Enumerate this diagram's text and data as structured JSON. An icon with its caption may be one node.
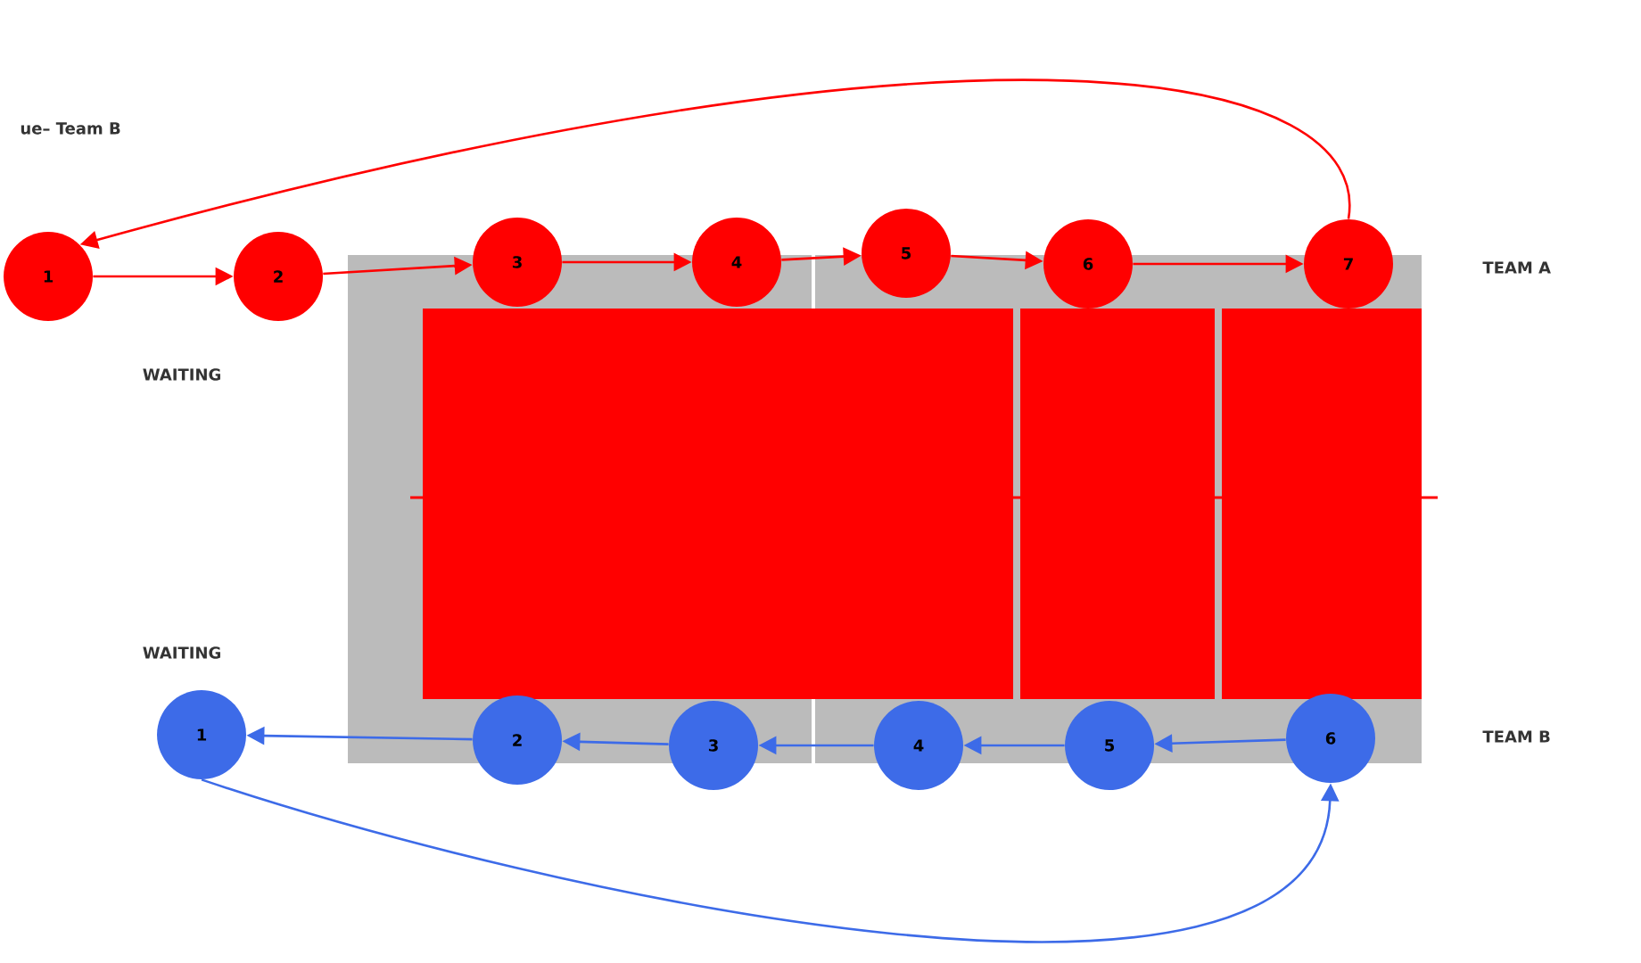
{
  "diagram": {
    "nodes": [
      {
        "text": [
          "1"
        ]
      },
      {
        "text": [
          "2"
        ]
      },
      {
        "text": [
          "3"
        ]
      },
      {
        "text": [
          "4"
        ]
      },
      {
        "text": [
          "5"
        ]
      },
      {
        "text": [
          "6"
        ]
      },
      {
        "text": [
          "7"
        ]
      },
      {
        "text": [
          "1"
        ]
      },
      {
        "text": [
          "2"
        ]
      },
      {
        "text": [
          "3"
        ]
      },
      {
        "text": [
          "4"
        ]
      },
      {
        "text": [
          "5"
        ]
      },
      {
        "text": [
          "6"
        ]
      }
    ],
    "edges": [
      {
        "from": 0,
        "to": 1,
        "arrow": "to"
      },
      {
        "from": 1,
        "to": 2,
        "arrow": "to"
      },
      {
        "from": 2,
        "to": 3,
        "arrow": "to"
      },
      {
        "from": 3,
        "to": 4,
        "arrow": "to"
      },
      {
        "from": 4,
        "to": 5,
        "arrow": "to"
      },
      {
        "from": 5,
        "to": 6,
        "arrow": "to"
      },
      {
        "from": 6,
        "to": 0,
        "arrow": "to"
      },
      {
        "from": 12,
        "to": 11,
        "arrow": "to",
        "color": "#3d6be8"
      },
      {
        "from": 11,
        "to": 10,
        "arrow": "to",
        "color": "#3d6be8"
      },
      {
        "from": 10,
        "to": 9,
        "arrow": "to",
        "color": "#3d6be8"
      },
      {
        "from": 9,
        "to": 8,
        "arrow": "to",
        "color": "#3d6be8"
      },
      {
        "from": 8,
        "to": 7,
        "arrow": "to",
        "color": "#3d6be8"
      },
      {
        "from": 7,
        "to": 12,
        "arrow": "to",
        "color": "#3d6be8"
      }
    ],
    "labels": [
      "ue– Team B",
      "WAITING",
      "TEAM A",
      "WAITING",
      "TEAM B"
    ]
  }
}
